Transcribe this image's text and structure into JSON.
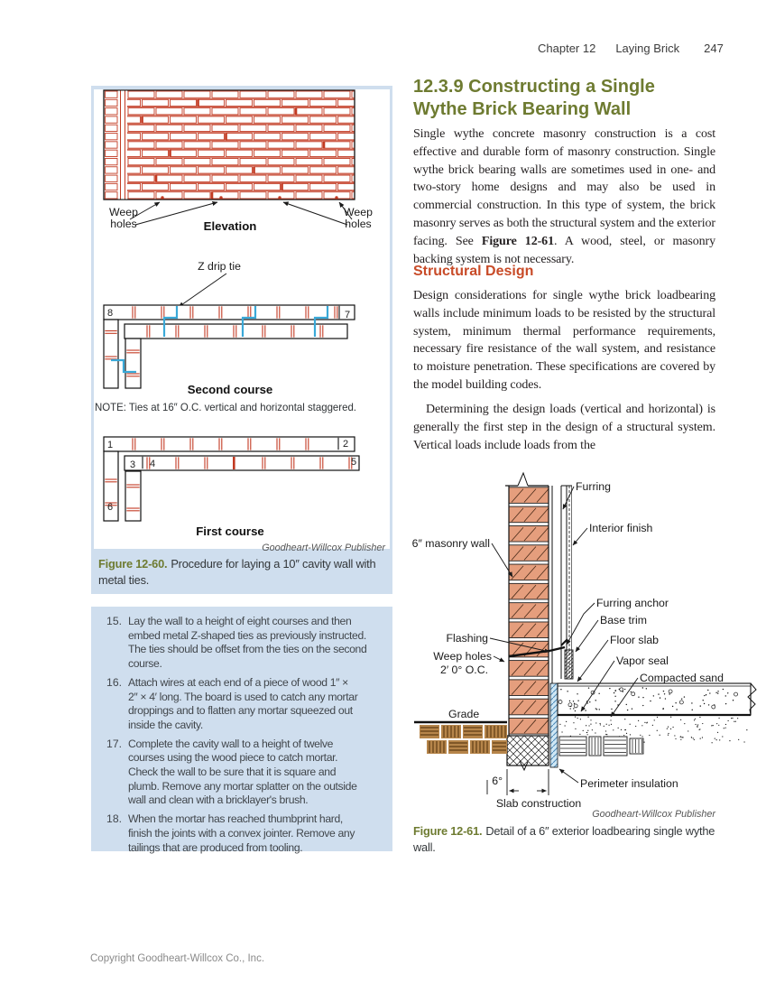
{
  "header": {
    "chapter": "Chapter 12",
    "section_title": "Laying Brick",
    "page_number": "247"
  },
  "left_column": {
    "figure_12_60": {
      "weep_left": {
        "line1": "Weep",
        "line2": "holes"
      },
      "weep_right": {
        "line1": "Weep",
        "line2": "holes"
      },
      "elevation_label": "Elevation",
      "z_drip_tie": "Z drip tie",
      "second_course_label": "Second course",
      "note": "NOTE: Ties at 16″ O.C. vertical and horizontal staggered.",
      "first_course_label": "First course",
      "numbers": {
        "n1": "1",
        "n2": "2",
        "n3": "3",
        "n4": "4",
        "n5": "5",
        "n6": "6",
        "n7": "7",
        "n8": "8"
      },
      "credit": "Goodheart-Willcox Publisher",
      "caption_label": "Figure 12-60.",
      "caption_text": "Procedure for laying a 10″ cavity wall with metal ties."
    },
    "steps": [
      {
        "num": "15.",
        "text": "Lay the wall to a height of eight courses and then\nembed metal Z-shaped ties as previously instructed.\nThe ties should be offset from the ties on the second\ncourse."
      },
      {
        "num": "16.",
        "text": "Attach wires at each end of a piece of wood 1″ ×\n2″ × 4′ long. The board is used to catch any mortar\ndroppings and to flatten any mortar squeezed out\ninside the cavity."
      },
      {
        "num": "17.",
        "text": "Complete the cavity wall to a height of twelve\ncourses using the wood piece to catch mortar.\nCheck the wall to be sure that it is square and\nplumb. Remove any mortar splatter on the outside\nwall and clean with a bricklayer's brush."
      },
      {
        "num": "18.",
        "text": "When the mortar has reached thumbprint hard,\nfinish the joints with a convex jointer. Remove any\ntailings that are produced from tooling."
      }
    ]
  },
  "right_column": {
    "heading_line1": "12.3.9 Constructing a Single",
    "heading_line2": "Wythe Brick Bearing Wall",
    "para1_before": "Single wythe concrete masonry construction is a cost effective and durable form of masonry construction. Single wythe brick bearing walls are sometimes used in one- and two-story home designs and may also be used in commercial construction. In this type of system, the brick masonry serves as both the structural system and the exterior facing. See ",
    "para1_bold": "Figure 12-61",
    "para1_after": ". A wood, steel, or masonry backing system is not necessary.",
    "subheading": "Structural Design",
    "para2": "Design considerations for single wythe brick loadbearing walls include minimum loads to be resisted by the structural system, minimum thermal performance requirements, necessary fire resistance of the wall system, and resistance to moisture penetration. These specifications are covered by the model building codes.",
    "para3": "Determining the design loads (vertical and horizontal) is generally the first step in the design of a structural system. Vertical loads include loads from the",
    "figure_12_61": {
      "labels": {
        "furring": "Furring",
        "interior_finish": "Interior finish",
        "masonry_wall": "6″ masonry wall",
        "furring_anchor": "Furring anchor",
        "base_trim": "Base trim",
        "flashing": "Flashing",
        "weep_line1": "Weep holes",
        "weep_line2": "2′ 0° O.C.",
        "floor_slab": "Floor slab",
        "vapor_seal": "Vapor seal",
        "compacted_sand": "Compacted sand",
        "grade": "Grade",
        "perimeter_insulation": "Perimeter insulation",
        "dimension": "6°",
        "slab_construction": "Slab construction"
      },
      "credit": "Goodheart-Willcox Publisher",
      "caption_label": "Figure 12-61.",
      "caption_text": "Detail of a 6″ exterior loadbearing single wythe wall."
    }
  },
  "footer": "Copyright Goodheart-Willcox Co., Inc.",
  "colors": {
    "panel_blue": "#cfdeee",
    "heading_olive": "#6e7b31",
    "subheading_red": "#c84b28",
    "brick_red": "#c23a22",
    "brick_salmon": "#e59e7d",
    "tie_blue": "#3aa9d8"
  }
}
